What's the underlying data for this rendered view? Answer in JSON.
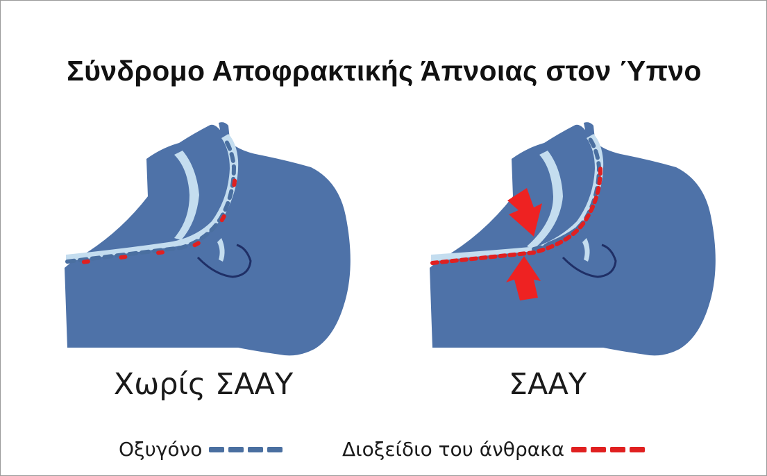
{
  "title": "Σύνδρομο Αποφρακτικής Άπνοιας στον Ύπνο",
  "panels": [
    {
      "id": "normal",
      "caption": "Χωρίς ΣΑΑΥ",
      "airway_obstructed": false
    },
    {
      "id": "osa",
      "caption": "ΣΑΑΥ",
      "airway_obstructed": true
    }
  ],
  "legend": [
    {
      "label": "Οξυγόνο",
      "color": "#4a6fa0",
      "pattern": "dashed"
    },
    {
      "label": "Διοξείδιο του άνθρακα",
      "color": "#e02020",
      "pattern": "dashed"
    }
  ],
  "colors": {
    "head": "#4e72a8",
    "airway": "#c4ddef",
    "outline": "#1f2f66",
    "oxygen": "#4a6fa0",
    "co2": "#e02020",
    "arrow": "#ee2222"
  }
}
